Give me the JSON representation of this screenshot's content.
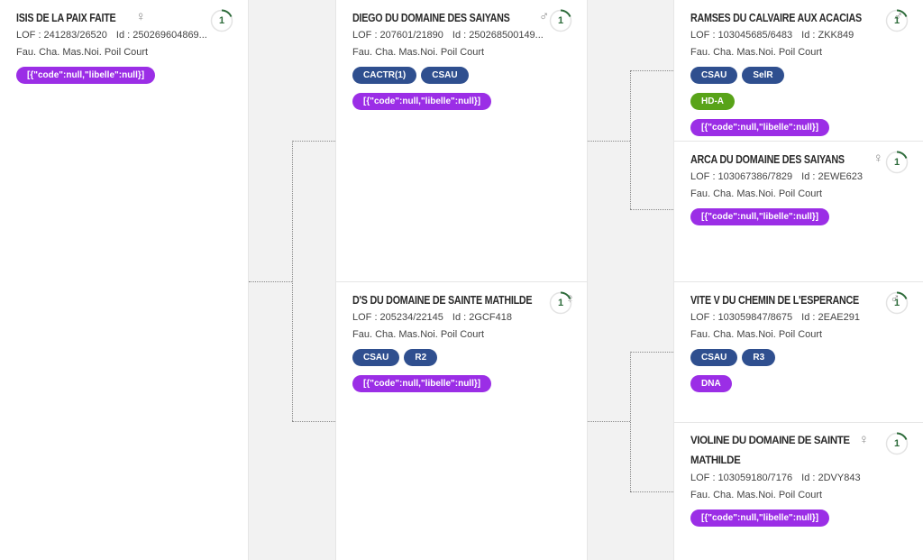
{
  "cards": [
    {
      "id": "isis",
      "name": "ISIS DE LA PAIX FAITE",
      "sex": "♀",
      "lof": "LOF : 241283/26520",
      "ident": "Id : 250269604869...",
      "desc": "Fau. Cha. Mas.Noi. Poil Court",
      "score": "1",
      "badges": [
        {
          "label": "[{\"code\":null,\"libelle\":null}]",
          "color": "purple"
        }
      ]
    },
    {
      "id": "diego",
      "name": "DIEGO DU DOMAINE DES SAIYANS",
      "sex": "♂",
      "lof": "LOF : 207601/21890",
      "ident": "Id : 250268500149...",
      "desc": "Fau. Cha. Mas.Noi. Poil Court",
      "score": "1",
      "badges": [
        {
          "label": "CACTR(1)",
          "color": "blue"
        },
        {
          "label": "CSAU",
          "color": "blue"
        },
        {
          "label": "[{\"code\":null,\"libelle\":null}]",
          "color": "purple"
        }
      ]
    },
    {
      "id": "ds",
      "name": "D'S DU DOMAINE DE SAINTE MATHILDE",
      "sex": "♀",
      "lof": "LOF : 205234/22145",
      "ident": "Id : 2GCF418",
      "desc": "Fau. Cha. Mas.Noi. Poil Court",
      "score": "1",
      "badges": [
        {
          "label": "CSAU",
          "color": "blue"
        },
        {
          "label": "R2",
          "color": "blue"
        },
        {
          "label": "[{\"code\":null,\"libelle\":null}]",
          "color": "purple"
        }
      ]
    },
    {
      "id": "ramses",
      "name": "RAMSES DU CALVAIRE AUX ACACIAS",
      "sex": "♂",
      "lof": "LOF : 103045685/6483",
      "ident": "Id : ZKK849",
      "desc": "Fau. Cha. Mas.Noi. Poil Court",
      "score": "1",
      "badges": [
        {
          "label": "CSAU",
          "color": "blue"
        },
        {
          "label": "SelR",
          "color": "blue"
        },
        {
          "label": "HD-A",
          "color": "green"
        },
        {
          "label": "[{\"code\":null,\"libelle\":null}]",
          "color": "purple"
        }
      ]
    },
    {
      "id": "arca",
      "name": "ARCA DU DOMAINE DES SAIYANS",
      "sex": "♀",
      "lof": "LOF : 103067386/7829",
      "ident": "Id : 2EWE623",
      "desc": "Fau. Cha. Mas.Noi. Poil Court",
      "score": "1",
      "badges": [
        {
          "label": "[{\"code\":null,\"libelle\":null}]",
          "color": "purple"
        }
      ]
    },
    {
      "id": "vite",
      "name": "VITE V DU CHEMIN DE L'ESPERANCE",
      "sex": "♂",
      "lof": "LOF : 103059847/8675",
      "ident": "Id : 2EAE291",
      "desc": "Fau. Cha. Mas.Noi. Poil Court",
      "score": "1",
      "badges": [
        {
          "label": "CSAU",
          "color": "blue"
        },
        {
          "label": "R3",
          "color": "blue"
        },
        {
          "label": "DNA",
          "color": "purple"
        }
      ]
    },
    {
      "id": "violine",
      "name": "VIOLINE DU DOMAINE DE SAINTE MATHILDE",
      "sex": "♀",
      "lof": "LOF : 103059180/7176",
      "ident": "Id : 2DVY843",
      "desc": "Fau. Cha. Mas.Noi. Poil Court",
      "score": "1",
      "badges": [
        {
          "label": "[{\"code\":null,\"libelle\":null}]",
          "color": "purple"
        }
      ]
    }
  ],
  "colors": {
    "blue": "#2f4f8f",
    "green": "#58a318",
    "purple": "#9b2ee6",
    "gauge": "#2d6b3a"
  },
  "icons": {
    "female": "female-symbol-icon",
    "male": "male-symbol-icon"
  }
}
